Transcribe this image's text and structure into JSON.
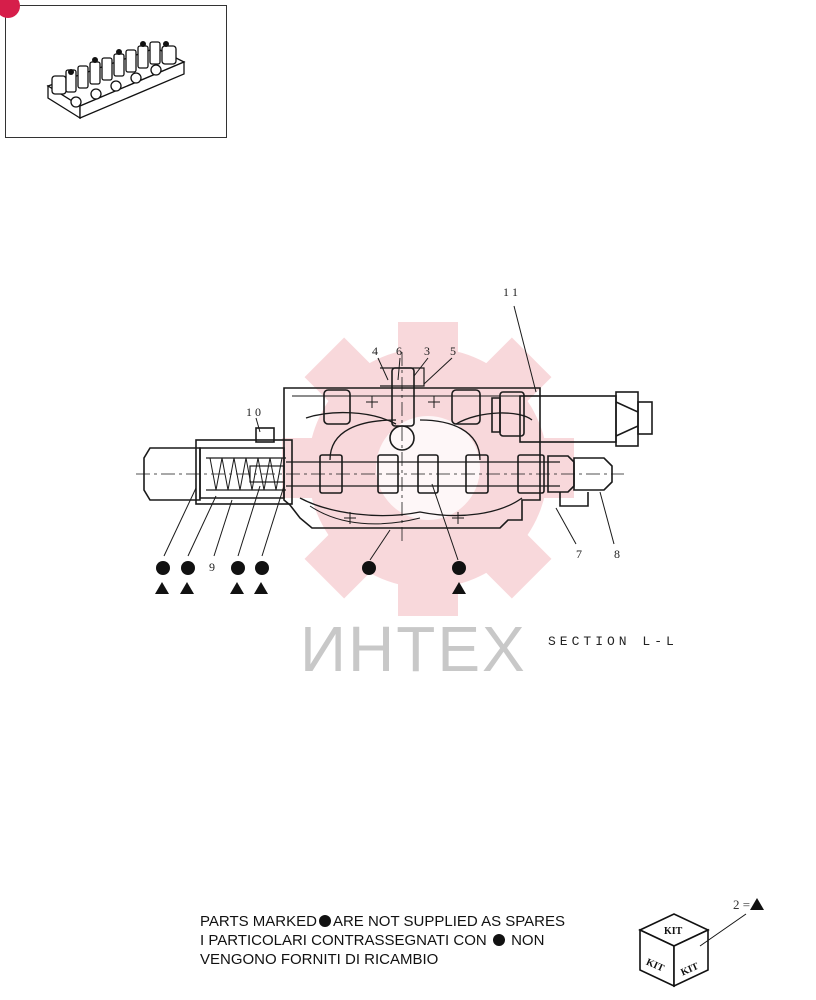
{
  "callouts": {
    "c11": "1 1",
    "c4": "4",
    "c6": "6",
    "c3": "3",
    "c5": "5",
    "c10": "1 0",
    "c9": "9",
    "c7": "7",
    "c8": "8"
  },
  "section_label": "SECTION  L-L",
  "watermark_text": "ИНТЕХ",
  "note": {
    "line1_pre": "PARTS MARKED",
    "line1_post": "ARE NOT SUPPLIED AS SPARES",
    "line2_pre": "I  PARTICOLARI  CONTRASSEGNATI  CON",
    "line2_post": "NON",
    "line3": "VENGONO FORNITI DI RICAMBIO"
  },
  "kit": {
    "legend_number": "2",
    "legend_sign": "=",
    "face_label": "KIT"
  },
  "colors": {
    "line": "#1a1a1a",
    "watermark_gear": "#f4b9bf",
    "badge": "#d61e4a"
  }
}
